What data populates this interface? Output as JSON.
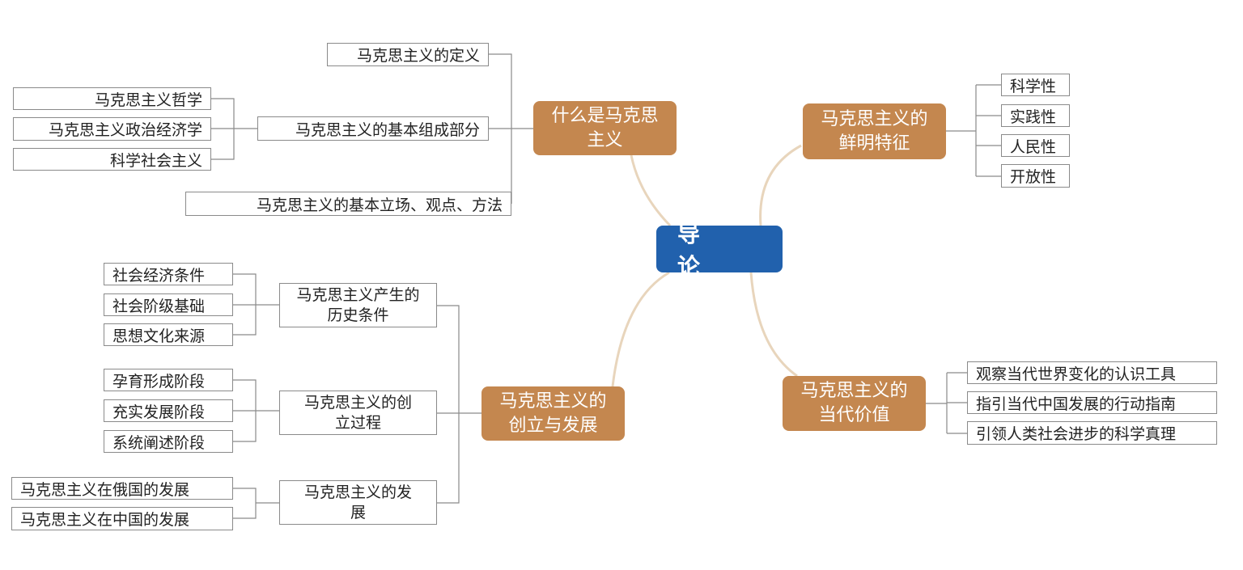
{
  "center": "导　论",
  "topics": [
    {
      "label": "什么是马克思主义",
      "children": [
        "马克思主义的定义",
        "马克思主义的基本组成部分",
        "马克思主义的基本立场、观点、方法"
      ],
      "grandchildren": [
        "马克思主义哲学",
        "马克思主义政治经济学",
        "科学社会主义"
      ]
    },
    {
      "label": "马克思主义的鲜明特征",
      "children": [
        "科学性",
        "实践性",
        "人民性",
        "开放性"
      ]
    },
    {
      "label": "马克思主义的创立与发展",
      "children": [
        "马克思主义产生的历史条件",
        "马克思主义的创立过程",
        "马克思主义的发展"
      ],
      "g1": [
        "社会经济条件",
        "社会阶级基础",
        "思想文化来源"
      ],
      "g2": [
        "孕育形成阶段",
        "充实发展阶段",
        "系统阐述阶段"
      ],
      "g3": [
        "马克思主义在俄国的发展",
        "马克思主义在中国的发展"
      ]
    },
    {
      "label": "马克思主义的当代价值",
      "children": [
        "观察当代世界变化的认识工具",
        "指引当代中国发展的行动指南",
        "引领人类社会进步的科学真理"
      ]
    }
  ],
  "colors": {
    "center": "#2161ad",
    "topic": "#c4874f",
    "curve": "#e8d5bc",
    "line": "#8a8a8a"
  }
}
